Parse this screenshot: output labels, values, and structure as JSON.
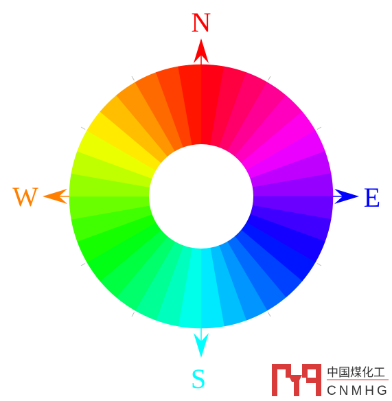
{
  "compass": {
    "segments": 36,
    "labels": [
      {
        "id": "north",
        "text": "N",
        "color": "#ff0000"
      },
      {
        "id": "east",
        "text": "E",
        "color": "#0000ff"
      },
      {
        "id": "south",
        "text": "S",
        "color": "#00ffff"
      },
      {
        "id": "west",
        "text": "W",
        "color": "#ff8000"
      }
    ]
  },
  "logo": {
    "mark": "MH",
    "chinese": "中国煤化工",
    "english": "CNMHG",
    "color": "#d93a3a"
  }
}
